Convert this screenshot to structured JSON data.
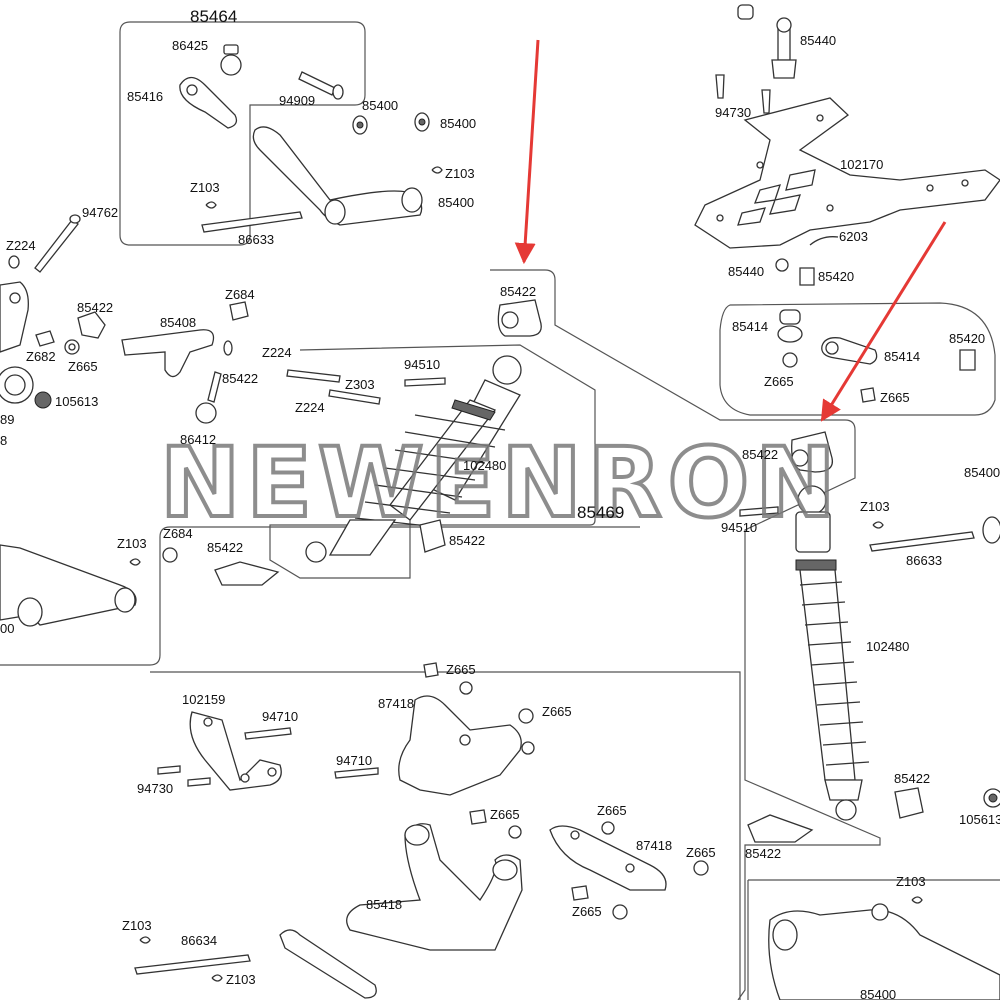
{
  "groups": {
    "top": "85464",
    "middle": "85469"
  },
  "labels": [
    "86425",
    "85416",
    "94909",
    "85400",
    "85400",
    "85400",
    "Z103",
    "Z103",
    "86633",
    "94762",
    "Z224",
    "85422",
    "Z684",
    "85408",
    "Z682",
    "Z665",
    "105613",
    "Z224",
    "85422",
    "Z303",
    "Z224",
    "86412",
    "94510",
    "102480",
    "85422",
    "Z103",
    "Z684",
    "85422",
    "85422",
    "85440",
    "94730",
    "102170",
    "6203",
    "85440",
    "85420",
    "85414",
    "85414",
    "85420",
    "Z665",
    "Z665",
    "85422",
    "85400",
    "Z103",
    "94510",
    "86633",
    "102480",
    "85422",
    "105613",
    "85422",
    "102159",
    "94710",
    "94730",
    "87418",
    "Z665",
    "Z665",
    "94710",
    "Z665",
    "Z665",
    "87418",
    "Z665",
    "85418",
    "Z665",
    "Z103",
    "86634",
    "Z103",
    "Z103",
    "85400"
  ],
  "partial_labels": [
    "00",
    "89",
    "8",
    "00"
  ],
  "watermark": "NEWENRON",
  "arrow_color": "#e53935"
}
